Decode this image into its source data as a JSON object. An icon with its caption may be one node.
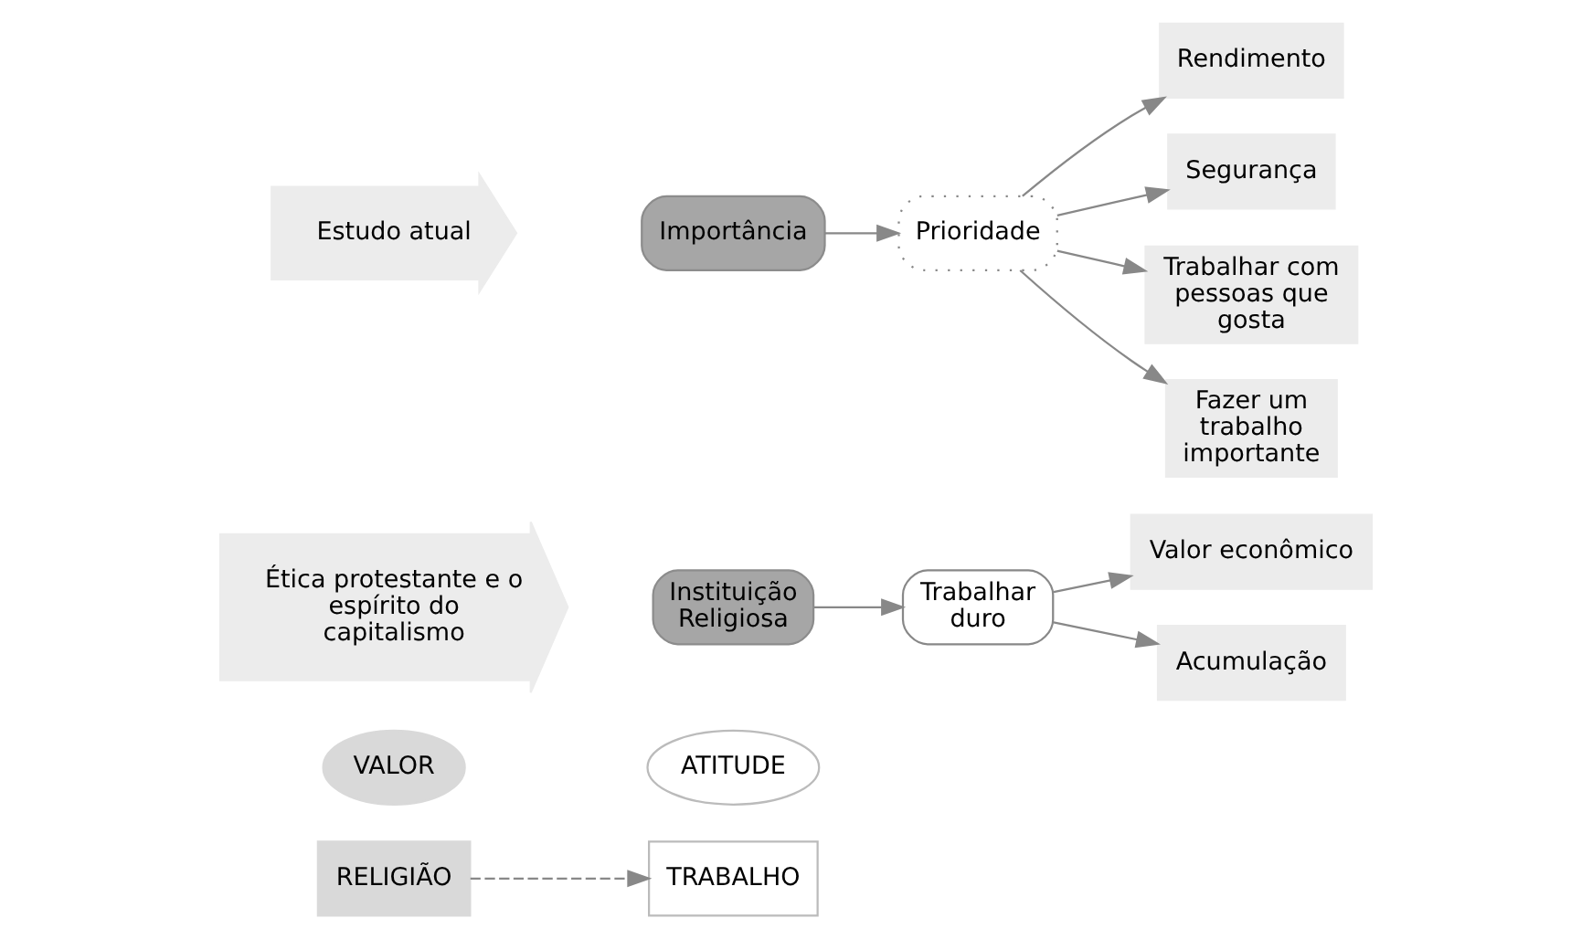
{
  "diagram": {
    "nodes": [
      {
        "text": [
          "VALOR"
        ]
      },
      {
        "text": [
          "ATITUDE"
        ]
      },
      {
        "text": [
          "RELIGIÃO"
        ]
      },
      {
        "text": [
          "TRABALHO"
        ]
      },
      {
        "text": [
          "Ética protestante e o espírito do capitalismo"
        ]
      },
      {
        "text": [
          "Instituição Religiosa"
        ]
      },
      {
        "text": [
          "Trabalhar duro"
        ]
      },
      {
        "text": [
          "Valor econômico"
        ]
      },
      {
        "text": [
          "Acumulação"
        ]
      },
      {
        "text": [
          "Estudo atual"
        ]
      },
      {
        "text": [
          "Importância"
        ]
      },
      {
        "text": [
          "Prioridade"
        ]
      },
      {
        "text": [
          "Rendimento"
        ]
      },
      {
        "text": [
          "Segurança"
        ]
      },
      {
        "text": [
          "Trabalhar com pessoas que gosta"
        ]
      },
      {
        "text": [
          "Fazer um trabalho importante"
        ]
      }
    ],
    "edges": [
      {
        "from": 2,
        "to": 3,
        "arrow": "to",
        "style": "dashed"
      },
      {
        "from": 5,
        "to": 6,
        "arrow": "to"
      },
      {
        "from": 6,
        "to": 7,
        "arrow": "to"
      },
      {
        "from": 6,
        "to": 8,
        "arrow": "to"
      },
      {
        "from": 10,
        "to": 11,
        "arrow": "to"
      },
      {
        "from": 11,
        "to": 12,
        "arrow": "to"
      },
      {
        "from": 11,
        "to": 13,
        "arrow": "to"
      },
      {
        "from": 11,
        "to": 14,
        "arrow": "to"
      },
      {
        "from": 11,
        "to": 15,
        "arrow": "to"
      }
    ]
  }
}
